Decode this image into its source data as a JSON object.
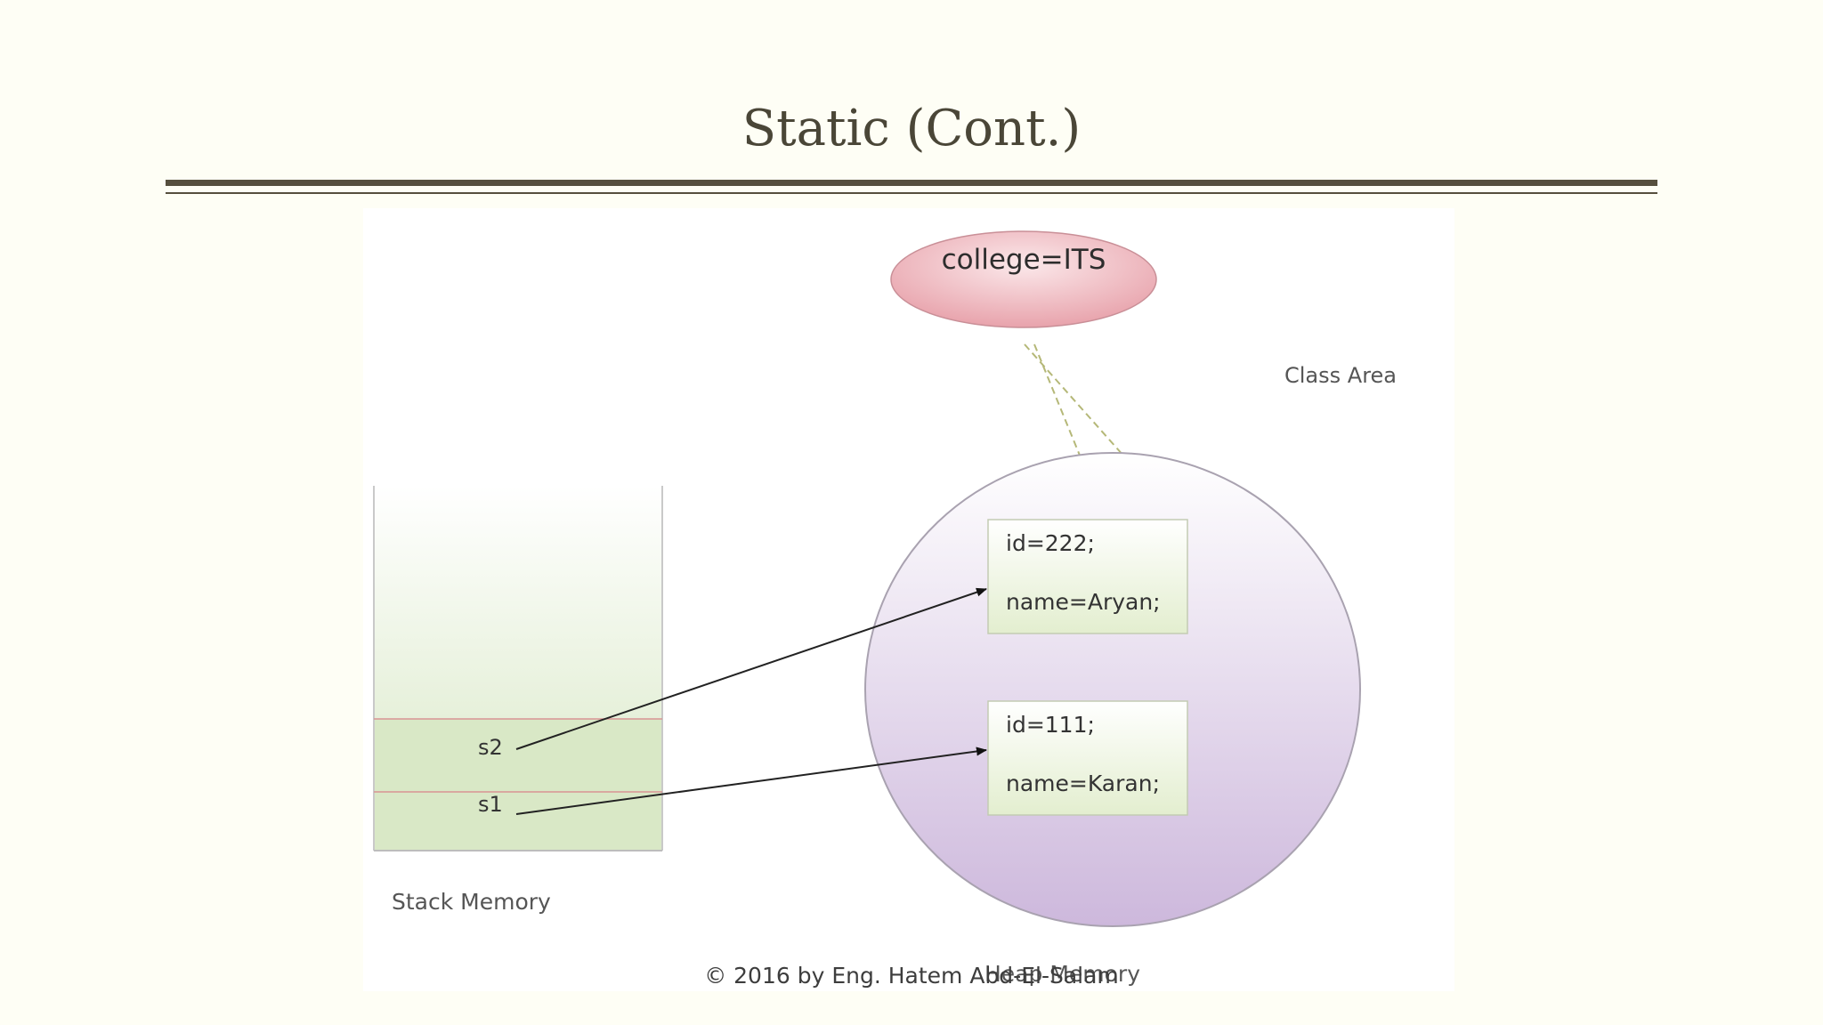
{
  "slide": {
    "title": "Static (Cont.)",
    "footer": "©  2016 by Eng.  Hatem Abd-El-Salam"
  },
  "diagram": {
    "class_area": {
      "value": "college=ITS",
      "label": "Class Area"
    },
    "stack": {
      "label": "Stack Memory",
      "vars": [
        "s2",
        "s1"
      ]
    },
    "heap": {
      "label": "Heap Memory",
      "objects": [
        {
          "id_line": "id=222;",
          "name_line": "name=Aryan;"
        },
        {
          "id_line": "id=111;",
          "name_line": "name=Karan;"
        }
      ]
    },
    "colors": {
      "class_area_fill": "#e8a3ac",
      "stack_fill": "#d8e8c5",
      "heap_fill": "#cdb8dc",
      "object_fill": "#eaf2dc",
      "reference_link": "#b5b878"
    }
  }
}
